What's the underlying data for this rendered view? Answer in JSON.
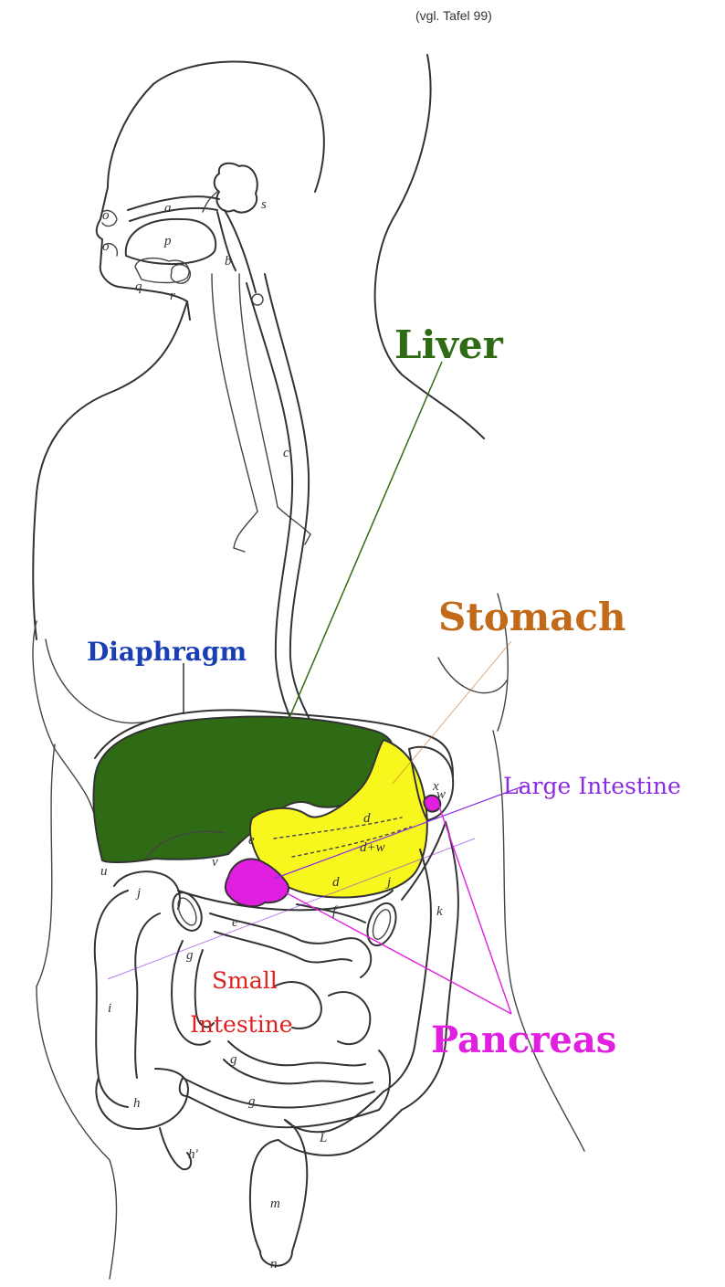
{
  "reference": "(vgl. Tafel 99)",
  "labels": {
    "liver": "Liver",
    "stomach": "Stomach",
    "diaphragm": "Diaphragm",
    "large_intestine": "Large Intestine",
    "small_intestine_line1": "Small",
    "small_intestine_line2": "Intestine",
    "pancreas": "Pancreas"
  },
  "letters": {
    "a": "a",
    "b": "b",
    "c": "c",
    "d": "d",
    "dw": "d+w",
    "d2": "d",
    "e": "e",
    "e2": "e",
    "f": "f",
    "g": "g",
    "g2": "g",
    "g3": "g",
    "h": "h",
    "h1": "h'",
    "i": "i",
    "j": "j",
    "j2": "j",
    "k": "k",
    "l": "L",
    "m": "m",
    "n": "n",
    "o": "o",
    "o2": "o",
    "p": "p",
    "q": "q",
    "r": "r",
    "s": "s",
    "u": "u",
    "v": "v",
    "w": "w",
    "x": "x"
  },
  "colors": {
    "liver": "#2f6b14",
    "stomach": "#f7f71e",
    "pancreas": "#e01fe0",
    "diaphragm_label": "#1a3fb5",
    "liver_label": "#2f6b14",
    "stomach_label": "#c26a1a",
    "large_intestine_label": "#8a2be2",
    "small_intestine_label": "#e01f1f",
    "pancreas_label": "#e01fe0"
  }
}
